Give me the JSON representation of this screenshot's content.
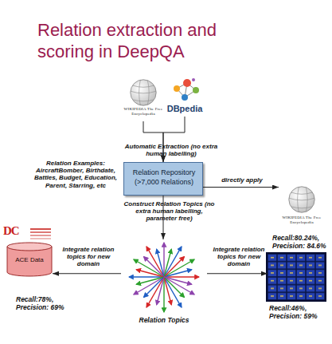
{
  "diagram": {
    "title": "Relation extraction and scoring in DeepQA",
    "nodes": [
      {
        "text": [
          "WIKIPEDIA The Free Encyclopedia"
        ]
      },
      {
        "text": [
          "DBpedia"
        ]
      },
      {
        "text": [
          "Relation Repository (>7,000 Relations)"
        ]
      },
      {
        "text": [
          "WIKIPEDIA The Free Encyclopedia",
          "Recall:80.24%, Precision: 84.6%"
        ]
      },
      {
        "text": [
          "Relation Topics"
        ]
      },
      {
        "text": [
          "ACE Data",
          "Recall:78%, Precision: 69%"
        ]
      },
      {
        "text": [
          "Recall:46%, Precision: 59%"
        ]
      }
    ],
    "edges": [
      {
        "from": 0,
        "to": 2,
        "arrow": "to",
        "label": "Automatic Extraction (no extra human labelling)"
      },
      {
        "from": 1,
        "to": 2,
        "arrow": "to"
      },
      {
        "from": 2,
        "to": 3,
        "arrow": "to",
        "label": "directly apply"
      },
      {
        "from": 2,
        "to": 4,
        "arrow": "to",
        "label": "Construct Relation Topics (no extra human labelling, parameter free)"
      },
      {
        "from": 4,
        "to": 5,
        "arrow": "to",
        "label": "Integrate relation topics for new domain"
      },
      {
        "from": 4,
        "to": 6,
        "arrow": "to",
        "label": "Integrate relation topics for new domain"
      }
    ],
    "labels": [
      "Relation Examples: AircraftBomber, Birthdate, Battles, Budget, Education, Parent, Starring, etc",
      "DC"
    ]
  }
}
